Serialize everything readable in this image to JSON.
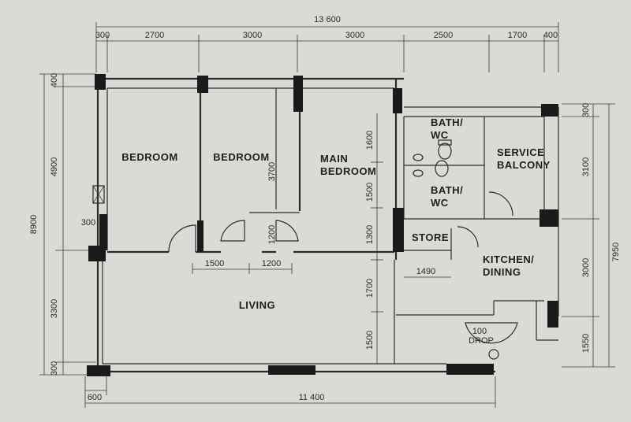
{
  "rooms": {
    "bedroom1": "BEDROOM",
    "bedroom2": "BEDROOM",
    "main_bedroom_l1": "MAIN",
    "main_bedroom_l2": "BEDROOM",
    "bath1_l1": "BATH/",
    "bath1_l2": "WC",
    "bath2_l1": "BATH/",
    "bath2_l2": "WC",
    "service_l1": "SERVICE",
    "service_l2": "BALCONY",
    "store": "STORE",
    "kitchen_l1": "KITCHEN/",
    "kitchen_l2": "DINING",
    "living": "LIVING",
    "drop_l1": "100",
    "drop_l2": "DROP"
  },
  "dimensions": {
    "top_total": "13 600",
    "top": [
      "300",
      "2700",
      "3000",
      "3000",
      "2500",
      "1700",
      "400"
    ],
    "left_total": "8900",
    "left": [
      "400",
      "4900",
      "3300",
      "300"
    ],
    "right_total": "7950",
    "right": [
      "300",
      "3100",
      "3000",
      "1550"
    ],
    "bottom_total": "11 400",
    "bottom_left": "600",
    "internal": {
      "bed2_height": "3700",
      "v1200": "1200",
      "h1500": "1500",
      "h1200": "1200",
      "left300": "300",
      "store_width": "1490",
      "mid": [
        "1600",
        "1500",
        "1300",
        "1700",
        "1500"
      ]
    }
  }
}
